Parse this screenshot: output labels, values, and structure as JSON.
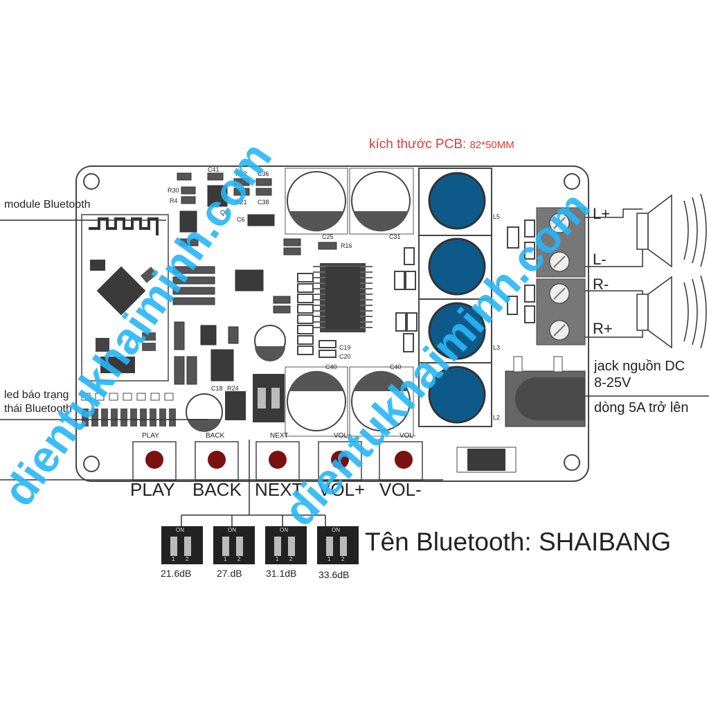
{
  "title": {
    "prefix": "kích thước PCB:",
    "value": "82*50MM",
    "color": "#e53935"
  },
  "left_labels": {
    "bluetooth_module": "module Bluetooth",
    "led_status_line1": "led báo trạng",
    "led_status_line2": "thái Bluetooth"
  },
  "right_labels": {
    "l_plus": "L+",
    "l_minus": "L-",
    "r_minus": "R-",
    "r_plus": "R+",
    "dc_jack_line1": "jack nguồn DC",
    "dc_jack_line2": "8-25V",
    "dc_jack_line3": "dòng 5A trở lên"
  },
  "buttons": [
    {
      "silk": "PLAY",
      "label": "PLAY"
    },
    {
      "silk": "BACK",
      "label": "BACK"
    },
    {
      "silk": "NEXT",
      "label": "NEXT"
    },
    {
      "silk": "VOL+",
      "label": "VOL+"
    },
    {
      "silk": "VOL-",
      "label": "VOL-"
    }
  ],
  "gain_switches": [
    {
      "on": "ON",
      "pos1": "1",
      "pos2": "2",
      "gain": "21.6dB"
    },
    {
      "on": "ON",
      "pos1": "1",
      "pos2": "2",
      "gain": "27.dB"
    },
    {
      "on": "ON",
      "pos1": "1",
      "pos2": "2",
      "gain": "31.1dB"
    },
    {
      "on": "ON",
      "pos1": "1",
      "pos2": "2",
      "gain": "33.6dB"
    }
  ],
  "bluetooth_name": "Tên Bluetooth: SHAIBANG",
  "silkscreen": {
    "c25": "C25",
    "c31": "C31",
    "c40a": "C40",
    "c40b": "C40",
    "l5": "L5",
    "l4": "L4",
    "l3": "L3",
    "l2": "L2",
    "c41": "C41",
    "r22": "R22",
    "c36": "C36",
    "r30": "R30",
    "r4": "R4",
    "r21": "R21",
    "c38": "C38",
    "q2": "Q2",
    "c6": "C6",
    "r16": "R16",
    "c19": "C19",
    "c20": "C20",
    "c18": "C18",
    "r24": "R24"
  },
  "watermark": "dientukhaiminh.com",
  "colors": {
    "inductor": "#0d5a8a",
    "button": "#7a1010",
    "board_dark": "#3a3a3a",
    "terminal": "#777777"
  }
}
